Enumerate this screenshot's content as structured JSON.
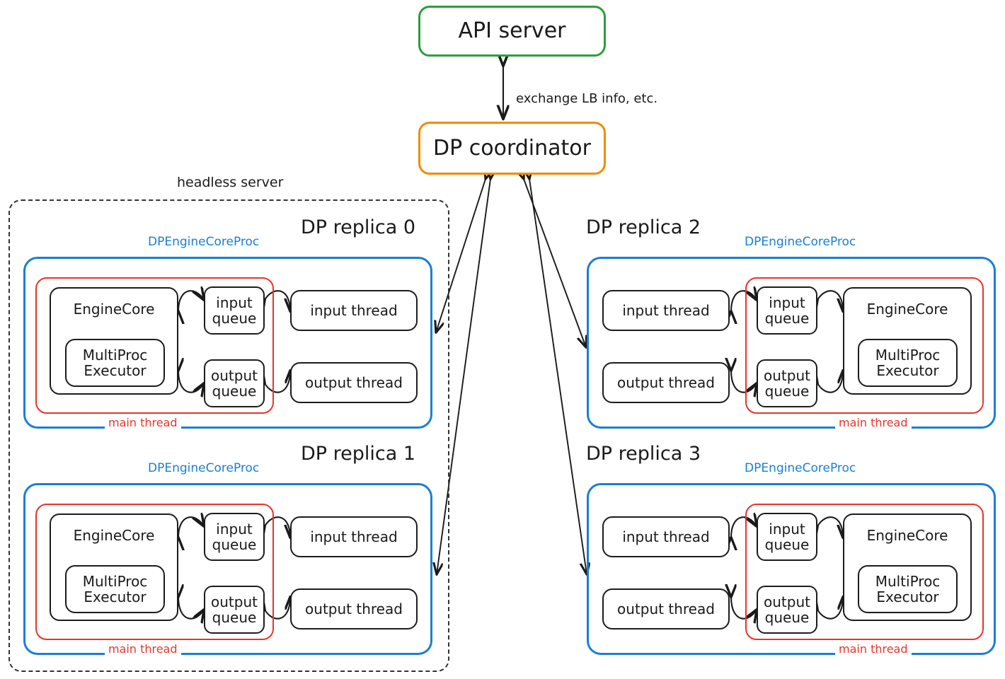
{
  "diagram": {
    "title_nodes": {
      "api_server": "API server",
      "dp_coordinator": "DP coordinator"
    },
    "edge_labels": {
      "coordinator_api": "exchange LB info, etc."
    },
    "group_labels": {
      "headless_server": "headless server",
      "proc": "DPEngineCoreProc",
      "main_thread": "main thread"
    },
    "colors": {
      "api_server_border": "#2e9e3e",
      "coordinator_border": "#f08c00",
      "proc_border": "#1a7fd4",
      "main_thread_border": "#e8342a",
      "node_border": "#1c1c1c",
      "headless_border": "#333333"
    },
    "inner_nodes": {
      "engine_core": "EngineCore",
      "multiproc_executor": "MultiProc\nExecutor",
      "multiproc_executor_line1": "MultiProc",
      "multiproc_executor_line2": "Executor",
      "input_queue_line1": "input",
      "input_queue_line2": "queue",
      "output_queue_line1": "output",
      "output_queue_line2": "queue",
      "input_thread": "input thread",
      "output_thread": "output thread"
    },
    "replicas": [
      {
        "id": 0,
        "label": "DP replica 0",
        "orientation": "core-left"
      },
      {
        "id": 1,
        "label": "DP replica 1",
        "orientation": "core-left"
      },
      {
        "id": 2,
        "label": "DP replica 2",
        "orientation": "core-right"
      },
      {
        "id": 3,
        "label": "DP replica 3",
        "orientation": "core-right"
      }
    ]
  }
}
